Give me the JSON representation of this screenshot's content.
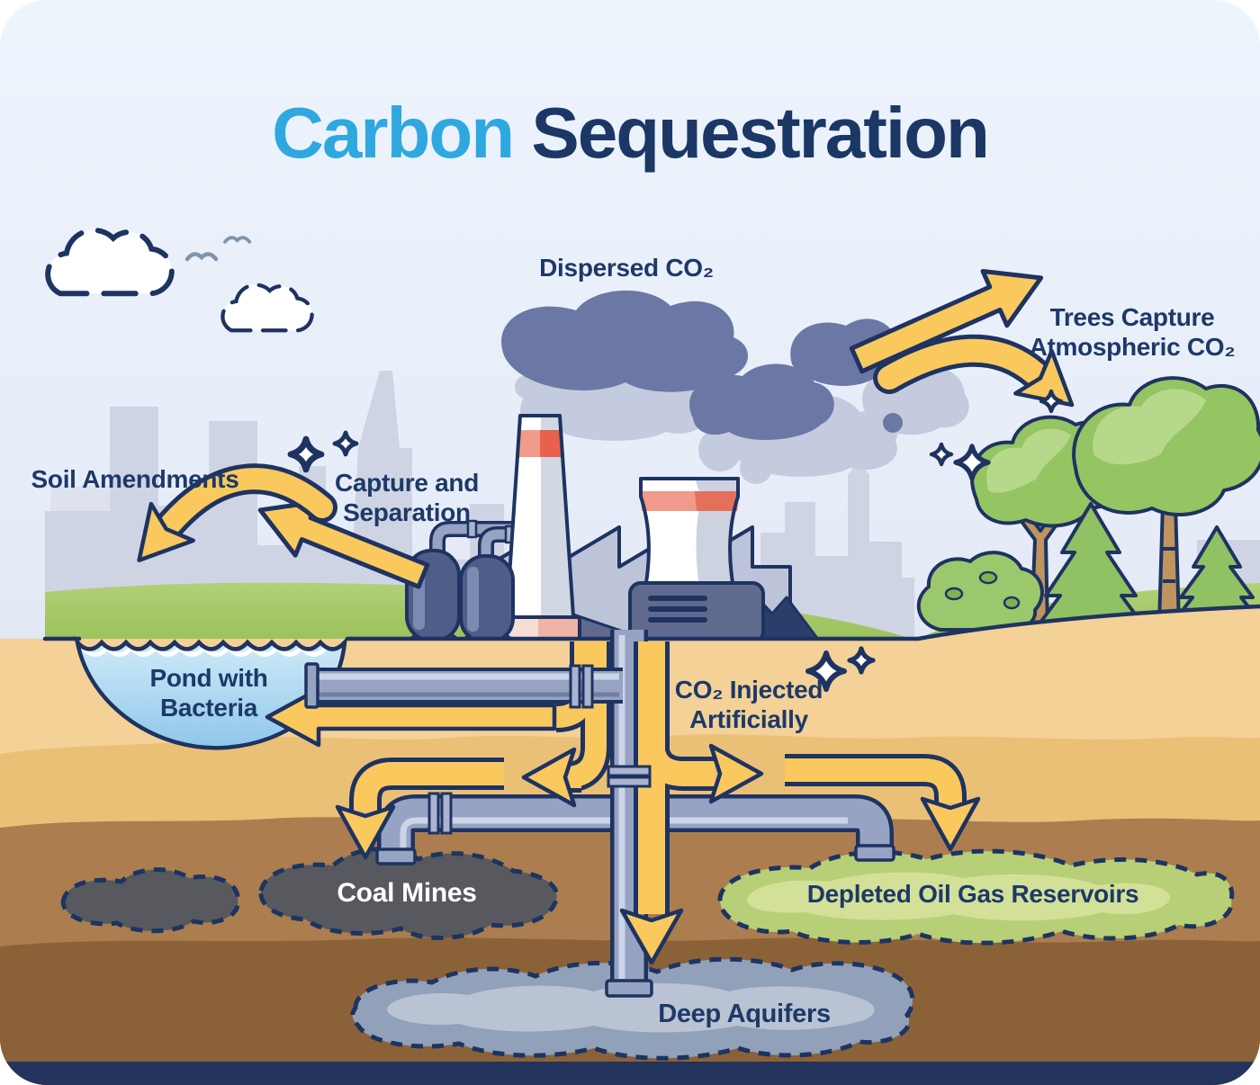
{
  "title": {
    "part1": "Carbon",
    "part2": "Sequestration"
  },
  "labels": {
    "dispersed_co2": "Dispersed CO₂",
    "trees_capture": {
      "line1": "Trees Capture",
      "line2": "Atmospheric CO₂"
    },
    "soil_amendments": "Soil Amendments",
    "capture_separation": {
      "line1": "Capture and",
      "line2": "Separation"
    },
    "pond": {
      "line1": "Pond with",
      "line2": "Bacteria"
    },
    "co2_injected": {
      "line1": "CO₂ Injected",
      "line2": "Artificially"
    },
    "coal_mines": "Coal Mines",
    "depleted_reservoirs": "Depleted Oil Gas Reservoirs",
    "deep_aquifers": "Deep Aquifers"
  },
  "flows": [
    {
      "from": "Power plant emissions",
      "to": "Atmosphere",
      "via": "Dispersed CO₂"
    },
    {
      "from": "Atmosphere",
      "to": "Trees",
      "via": "Trees Capture Atmospheric CO₂"
    },
    {
      "from": "Capture and Separation",
      "to": "Soil Amendments"
    },
    {
      "from": "Capture and Separation",
      "to": "Pond with Bacteria"
    },
    {
      "from": "CO₂ Injected Artificially",
      "to": "Coal Mines"
    },
    {
      "from": "CO₂ Injected Artificially",
      "to": "Depleted Oil Gas Reservoirs"
    },
    {
      "from": "CO₂ Injected Artificially",
      "to": "Deep Aquifers"
    }
  ],
  "colors": {
    "title_accent": "#2fa8e0",
    "title_main": "#1b3765",
    "label_text": "#1d3968",
    "outline_navy": "#1e3361",
    "arrow_yellow": "#f9c95e",
    "sky_top": "#edf4fc",
    "sky_bottom": "#e2e8f4",
    "skyline": "#cfd4e5",
    "smoke_dark": "#6b78a6",
    "smoke_light": "#c4cbdf",
    "grass_green": "#a6c767",
    "tree_green": "#95c463",
    "trunk_brown": "#c0945f",
    "soil_1": "#f3d197",
    "soil_2": "#eac077",
    "soil_3": "#ab7d4f",
    "soil_4": "#8b6238",
    "bottom_band": "#22335c",
    "pond_top": "#cfeaf8",
    "pond_bottom": "#8ec7e9",
    "pipe_body": "#96a3c2",
    "pipe_highlight": "#ccd4e8",
    "coal_fill": "#57595f",
    "reservoir_fill": "#b7d077",
    "reservoir_inner": "#d3e198",
    "aquifer_fill": "#92a1ba",
    "aquifer_inner": "#b9c3d3",
    "factory_dark": "#5f6a8e",
    "chimney_band_red": "#e8614d",
    "coal_label_text": "#ffffff"
  }
}
